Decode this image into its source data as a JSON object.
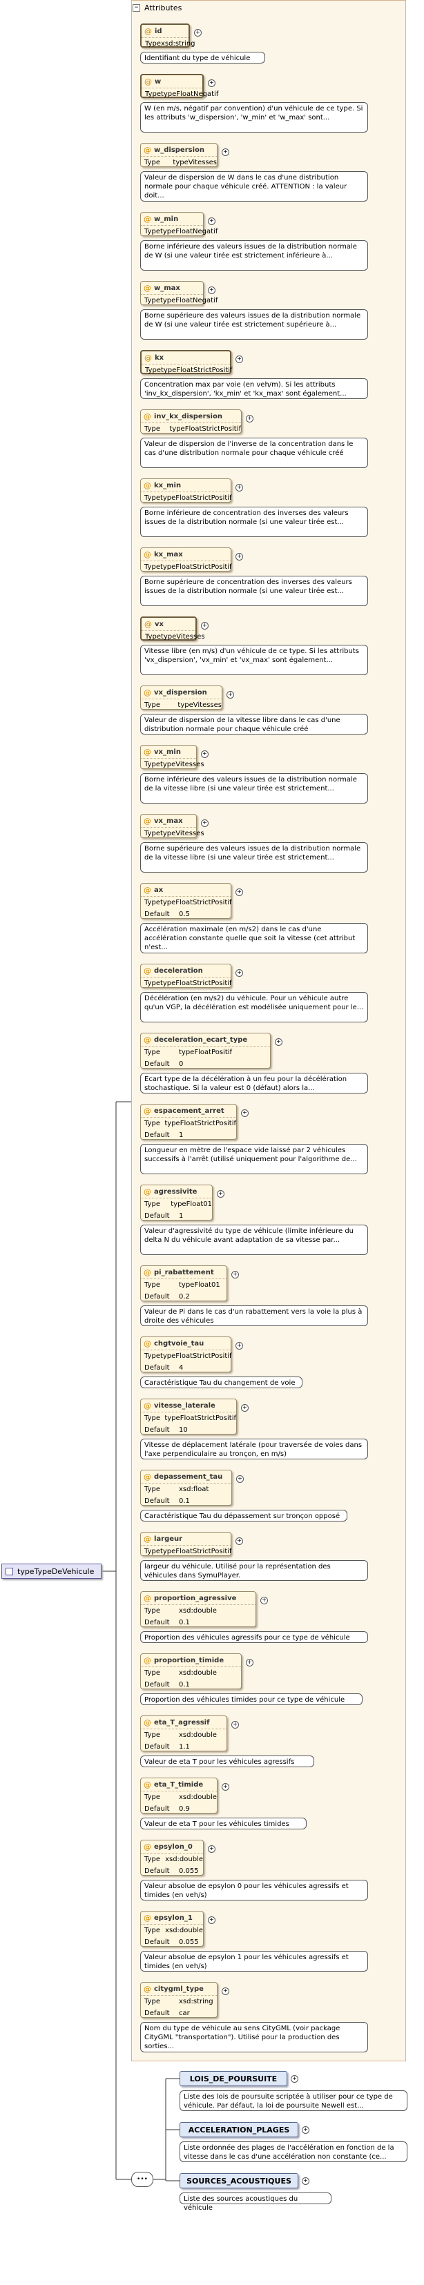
{
  "root": {
    "label": "typeTypeDeVehicule"
  },
  "attributes_group": {
    "label": "Attributes"
  },
  "labels": {
    "type": "Type",
    "default": "Default"
  },
  "attributes": [
    {
      "name": "id",
      "type": "xsd:string",
      "default": null,
      "desc": "Identifiant du type de véhicule"
    },
    {
      "name": "w",
      "type": "typeFloatNegatif",
      "default": null,
      "desc": "W (en m/s, négatif par convention) d'un véhicule de ce type. Si les attributs 'w_dispersion', 'w_min' et 'w_max' sont..."
    },
    {
      "name": "w_dispersion",
      "type": "typeVitesses",
      "default": null,
      "desc": "Valeur de dispersion de W dans le cas d'une distribution normale pour chaque véhicule créé. ATTENTION : la valeur doit..."
    },
    {
      "name": "w_min",
      "type": "typeFloatNegatif",
      "default": null,
      "desc": "Borne inférieure des valeurs issues de la distribution normale de W (si une valeur tirée est strictement inférieure à..."
    },
    {
      "name": "w_max",
      "type": "typeFloatNegatif",
      "default": null,
      "desc": "Borne supérieure des valeurs issues de la distribution normale de W (si une valeur tirée est strictement supérieure à..."
    },
    {
      "name": "kx",
      "type": "typeFloatStrictPositif",
      "default": null,
      "desc": "Concentration max par voie (en veh/m). Si les attributs 'inv_kx_dispersion', 'kx_min' et 'kx_max' sont également..."
    },
    {
      "name": "inv_kx_dispersion",
      "type": "typeFloatStrictPositif",
      "default": null,
      "desc": "Valeur de dispersion de l'inverse de la concentration dans le cas d'une distribution normale pour chaque véhicule créé"
    },
    {
      "name": "kx_min",
      "type": "typeFloatStrictPositif",
      "default": null,
      "desc": "Borne inférieure de concentration des inverses des valeurs issues de la distribution normale (si une valeur tirée est..."
    },
    {
      "name": "kx_max",
      "type": "typeFloatStrictPositif",
      "default": null,
      "desc": "Borne supérieure de concentration des inverses des valeurs issues de la distribution normale (si une valeur tirée est..."
    },
    {
      "name": "vx",
      "type": "typeVitesses",
      "default": null,
      "desc": "Vitesse libre (en m/s) d'un véhicule de ce type. Si les attributs 'vx_dispersion', 'vx_min' et 'vx_max' sont également..."
    },
    {
      "name": "vx_dispersion",
      "type": "typeVitesses",
      "default": null,
      "desc": "Valeur de dispersion de la vitesse libre dans le cas d'une distribution normale pour chaque véhicule créé"
    },
    {
      "name": "vx_min",
      "type": "typeVitesses",
      "default": null,
      "desc": "Borne inférieure des valeurs issues de la distribution normale de la vitesse libre (si une valeur tirée est strictement..."
    },
    {
      "name": "vx_max",
      "type": "typeVitesses",
      "default": null,
      "desc": "Borne supérieure des valeurs issues de la distribution normale de la vitesse libre (si une valeur tirée est strictement..."
    },
    {
      "name": "ax",
      "type": "typeFloatStrictPositif",
      "default": "0.5",
      "desc": "Accélération maximale (en m/s2) dans le cas d'une accélération constante quelle que soit la vitesse (cet attribut n'est..."
    },
    {
      "name": "deceleration",
      "type": "typeFloatStrictPositif",
      "default": null,
      "desc": "Décélération (en m/s2) du véhicule. Pour un véhicule autre qu'un VGP, la décélération est modélisée uniquement pour le..."
    },
    {
      "name": "deceleration_ecart_type",
      "type": "typeFloatPositif",
      "default": "0",
      "desc": "Ecart type de la décélération à un feu pour la décélération stochastique. Si la valeur est 0 (défaut) alors la..."
    },
    {
      "name": "espacement_arret",
      "type": "typeFloatStrictPositif",
      "default": "1",
      "desc": "Longueur en mètre de l'espace vide laissé par 2 véhicules successifs à l'arrêt (utilisé uniquement pour l'algorithme de..."
    },
    {
      "name": "agressivite",
      "type": "typeFloat01",
      "default": "1",
      "desc": "Valeur d'agressivité du type de véhicule (limite inférieure du delta N du véhicule avant adaptation de sa vitesse par..."
    },
    {
      "name": "pi_rabattement",
      "type": "typeFloat01",
      "default": "0.2",
      "desc": "Valeur de Pi dans le cas d'un rabattement vers la voie la plus à droite des véhicules"
    },
    {
      "name": "chgtvoie_tau",
      "type": "typeFloatStrictPositif",
      "default": "4",
      "desc": "Caractéristique Tau du changement de voie"
    },
    {
      "name": "vitesse_laterale",
      "type": "typeFloatStrictPositif",
      "default": "10",
      "desc": "Vitesse de déplacement latérale (pour traversée de voies dans l'axe perpendiculaire au tronçon, en m/s)"
    },
    {
      "name": "depassement_tau",
      "type": "xsd:float",
      "default": "0.1",
      "desc": "Caractéristique Tau du dépassement sur tronçon opposé"
    },
    {
      "name": "largeur",
      "type": "typeFloatStrictPositif",
      "default": null,
      "desc": "largeur du véhicule. Utilisé pour la représentation des véhicules dans SymuPlayer."
    },
    {
      "name": "proportion_agressive",
      "type": "xsd:double",
      "default": "0.1",
      "desc": "Proportion des véhicules agressifs pour ce type de véhicule"
    },
    {
      "name": "proportion_timide",
      "type": "xsd:double",
      "default": "0.1",
      "desc": "Proportion des véhicules timides pour ce type de véhicule"
    },
    {
      "name": "eta_T_agressif",
      "type": "xsd:double",
      "default": "1.1",
      "desc": "Valeur de eta T pour les véhicules agressifs"
    },
    {
      "name": "eta_T_timide",
      "type": "xsd:double",
      "default": "0.9",
      "desc": "Valeur de eta T pour les véhicules timides"
    },
    {
      "name": "epsylon_0",
      "type": "xsd:double",
      "default": "0.055",
      "desc": "Valeur absolue de epsylon 0 pour les véhicules agressifs et timides (en veh/s)"
    },
    {
      "name": "epsylon_1",
      "type": "xsd:double",
      "default": "0.055",
      "desc": "Valeur absolue de epsylon 1 pour les véhicules agressifs et timides (en veh/s)"
    },
    {
      "name": "citygml_type",
      "type": "xsd:string",
      "default": "car",
      "desc": "Nom du type de véhicule au sens CityGML (voir package CityGML \"transportation\"). Utilisé pour la production des sorties..."
    }
  ],
  "elements": [
    {
      "name": "LOIS_DE_POURSUITE",
      "desc": "Liste des lois de poursuite scriptée à utiliser pour ce type de véhicule. Par défaut, la loi de poursuite Newell est..."
    },
    {
      "name": "ACCELERATION_PLAGES",
      "desc": "Liste ordonnée des plages de l'accélération en fonction de la vitesse dans le cas d'une accélération non constante (ce..."
    },
    {
      "name": "SOURCES_ACOUSTIQUES",
      "desc": "Liste des sources acoustiques du véhicule"
    }
  ]
}
